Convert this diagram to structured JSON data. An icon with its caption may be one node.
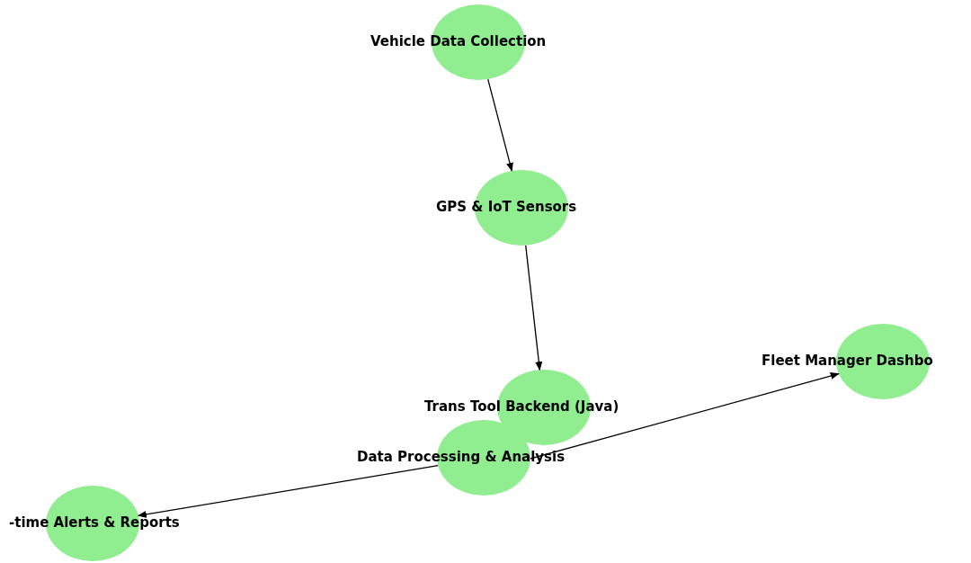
{
  "diagram": {
    "nodes": [
      {
        "text": [
          "Vehicle Data Collection"
        ]
      },
      {
        "text": [
          "GPS & IoT Sensors"
        ]
      },
      {
        "text": [
          "Trans Tool Backend (Java)"
        ]
      },
      {
        "text": [
          "Data Processing & Analysis"
        ]
      },
      {
        "text": [
          "Fleet Manager Dashbo"
        ]
      },
      {
        "text": [
          "-time Alerts & Reports"
        ]
      }
    ],
    "edges": [
      {
        "from": 0,
        "to": 1,
        "arrow": "to"
      },
      {
        "from": 1,
        "to": 2,
        "arrow": "to"
      },
      {
        "from": 3,
        "to": 4,
        "arrow": "to"
      },
      {
        "from": 3,
        "to": 5,
        "arrow": "to"
      }
    ]
  }
}
